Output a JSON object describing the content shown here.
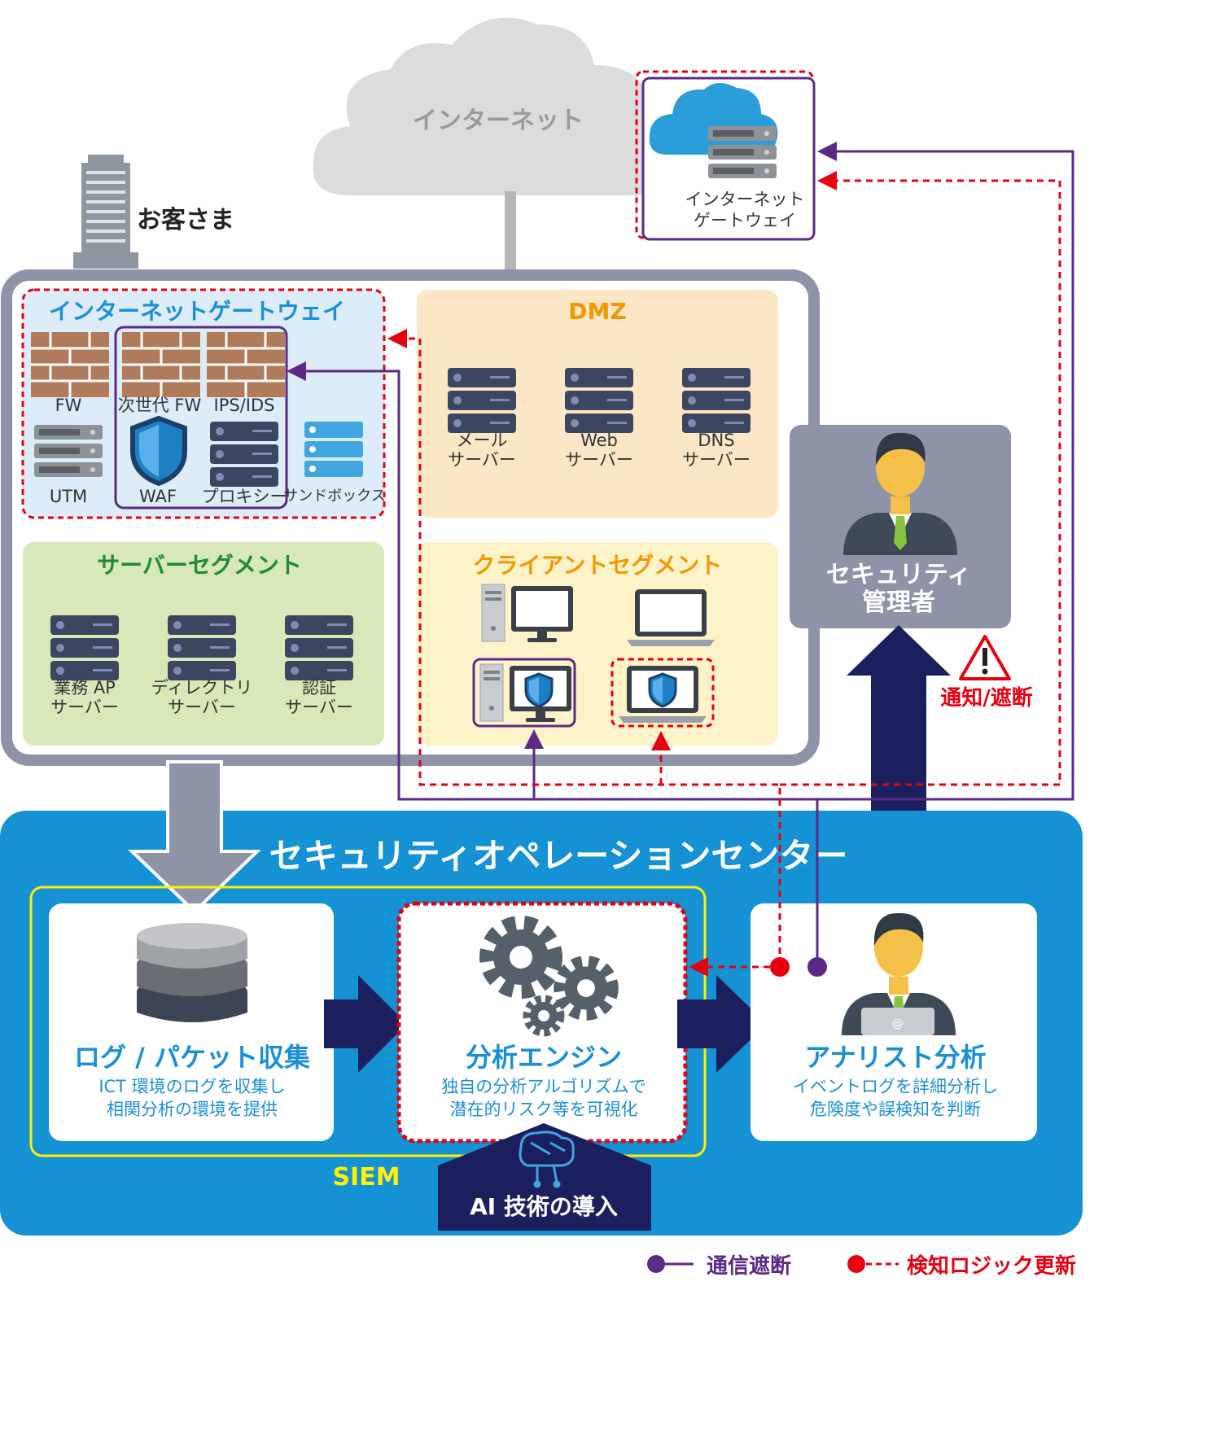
{
  "internet_label": "インターネット",
  "customer_label": "お客さま",
  "cloud_gateway_label": [
    "インターネット",
    "ゲートウェイ"
  ],
  "gateway": {
    "title": "インターネットゲートウェイ",
    "items": {
      "fw": "FW",
      "ngfw": "次世代 FW",
      "ips": "IPS/IDS",
      "utm": "UTM",
      "waf": "WAF",
      "proxy": "プロキシー",
      "sandbox": "サンドボックス"
    }
  },
  "dmz": {
    "title": "DMZ",
    "servers": [
      [
        "メール",
        "サーバー"
      ],
      [
        "Web",
        "サーバー"
      ],
      [
        "DNS",
        "サーバー"
      ]
    ]
  },
  "server_segment": {
    "title": "サーバーセグメント",
    "servers": [
      [
        "業務 AP",
        "サーバー"
      ],
      [
        "ディレクトリ",
        "サーバー"
      ],
      [
        "認証",
        "サーバー"
      ]
    ]
  },
  "client_segment": {
    "title": "クライアントセグメント"
  },
  "security_admin": [
    "セキュリティ",
    "管理者"
  ],
  "notify_label": "通知/遮断",
  "soc_title": "セキュリティオペレーションセンター",
  "siem_label": "SIEM",
  "log_box": {
    "title": "ログ / パケット収集",
    "lines": [
      "ICT 環境のログを収集し",
      "相関分析の環境を提供"
    ]
  },
  "engine_box": {
    "title": "分析エンジン",
    "lines": [
      "独自の分析アルゴリズムで",
      "潜在的リスク等を可視化"
    ]
  },
  "analyst_box": {
    "title": "アナリスト分析",
    "lines": [
      "イベントログを詳細分析し",
      "危険度や誤検知を判断"
    ]
  },
  "ai_label": "AI 技術の導入",
  "legend": {
    "block": "通信遮断",
    "update": "検知ロジック更新"
  },
  "colors": {
    "soc_blue": "#1592d3",
    "navy": "#1c1f5e",
    "purple": "#5b2a86",
    "red": "#e60012",
    "title_blue": "#1a8fd8",
    "dmz_orange": "#f39800",
    "green": "#1f8a3a",
    "siem_yellow": "#fff100"
  }
}
